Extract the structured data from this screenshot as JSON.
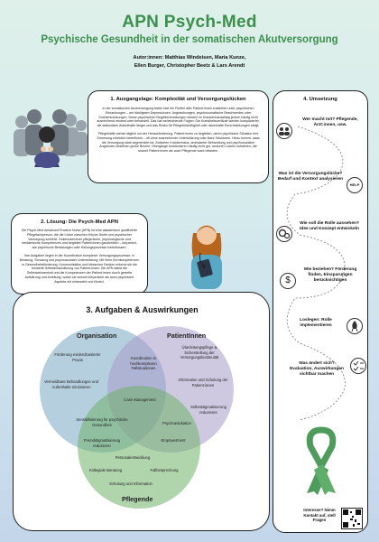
{
  "header": {
    "title": "APN Psych-Med",
    "subtitle": "Psychische Gesundheit in der somatischen Akutversorgung",
    "authors_line1": "Autor:innen: Matthias Windeisen, Maria Kunze,",
    "authors_line2": "Ellen Burger, Christopher Beetz & Lars Arendt"
  },
  "section1": {
    "title": "1. Ausgangslage: Komplexität und Versorgungslücken",
    "para1": "In der somatischen Akutversorgung leiden fast ein Fünftel aller Patient:innen zusätzlich unter psychischen Erkrankungen – am häufigsten Depressionen, Angststörungen, psychosomatische Beschwerden oder Suchterkrankungen. Diese psychischen Begleiterkrankungen werden im Krankenhausalltag jedoch häufig nicht ausreichend erkannt oder behandelt. Das hat weitreichende Folgen: Die Krankheitsverläufe werden komplizierter, die stationären Aufenthalte länger und das Risiko für Pflegebedürftigkeit oder dauerhafte Einschränkungen steigt.",
    "para2": "Pflegekräfte stehen täglich vor der Herausforderung, Patient:innen zu begleiten, deren psychische Situation ihre Genesung erheblich beeinflusst – oft ohne ausreichende Unterstützung oder klare Strukturen. Hinzu kommt, dass die Versorgung stark segmentiert ist: Zwischen Krankenhaus, ambulanter Behandlung und psychosozialen Angeboten bestehen große Brüche. Übergänge funktionieren häufig nicht gut, wodurch Lücken entstehen, die sowohl Patient:innen als auch Pflegende stark belasten."
  },
  "section2": {
    "title": "2. Lösung: Die Psych-Med APN",
    "para1": "Die Psych-Med Advanced Practice Nurse (APN) ist eine akademisch qualifizierte Pflegefachperson, die die Lücke zwischen Körper-Seele und psychischer Versorgung schließt. Gekennzeichnet pflegerische, psychologische und medizinische Kompetenzen und begleitet Patient:innen ganzheitlich – körperlich, wie psychische Belastungen oder Heilungsprozesse beeinflussen.",
    "para2": "Ihre Aufgaben liegen in der Koordination komplexer Versorgungsprozesse, in Beratung, Schulung und psychosozialer Unterstützung. Mit ihren Kernkompetenzen in Gesundheitsförderung, Kommunikation und klinischen Denken erkennt sie die fundierte Selbsteinschätzung von Patient:innen. Die APN stärkt die Selbstwirksamkeit und die Kompetenzen der Patient:innen durch gezielte Aufklärung und Anleitung, wobei sie sowohl körperliche als auch psychische Aspekte mit einbezieht und fördert."
  },
  "section3": {
    "title": "3. Aufgaben & Auswirkungen",
    "circles": {
      "organisation": "Organisation",
      "patient": "PatientInnen",
      "pflege": "Pflegende"
    },
    "labels": {
      "org1": "Förderung evidenzbasierter Praxis",
      "org2": "Vermeidbare Behandlungen und Aufenthalte minimieren",
      "pat1": "Überleitungspflege & Sicherstellung der Versorgungskontinuität",
      "pat2": "Information und Schulung der Patient:innen",
      "op1": "Koordination in hochkomplexen Fallsituationen",
      "center": "Case Management",
      "pp1": "Selbststigmatisierung reduzieren",
      "pp2": "Psychoedukation",
      "pp3": "Empowerment",
      "og1": "Sensibilisierung für psychische Gesundheit",
      "og2": "Fremdstigmatisierung reduzieren",
      "pf1": "Personalentwicklung",
      "pf2": "Kollegiale Beratung",
      "pf3": "Fallbesprechung",
      "pf4": "Schulung und Information"
    }
  },
  "section4": {
    "title": "4. Umsetzung",
    "q1": "Wer macht mit? Pflegende, Ärzt:innen, usw.",
    "q2": "Was ist die Versorgungslücke? Bedarf und Kontext analysieren",
    "q3": "Wie soll die Rolle aussehen? Idee und Konzept entwickeln",
    "q4": "Wie beziehen? Förderung finden, Einsparungen berücksichtigen",
    "q5": "Loslegen: Rolle implementieren",
    "q6": "Was ändert sich? Evaluation, Auswirkungen sichtbar machen",
    "help_icon_text": "HELP",
    "interest": "Interesse? Nimm Kontakt auf, stell Fragen"
  }
}
